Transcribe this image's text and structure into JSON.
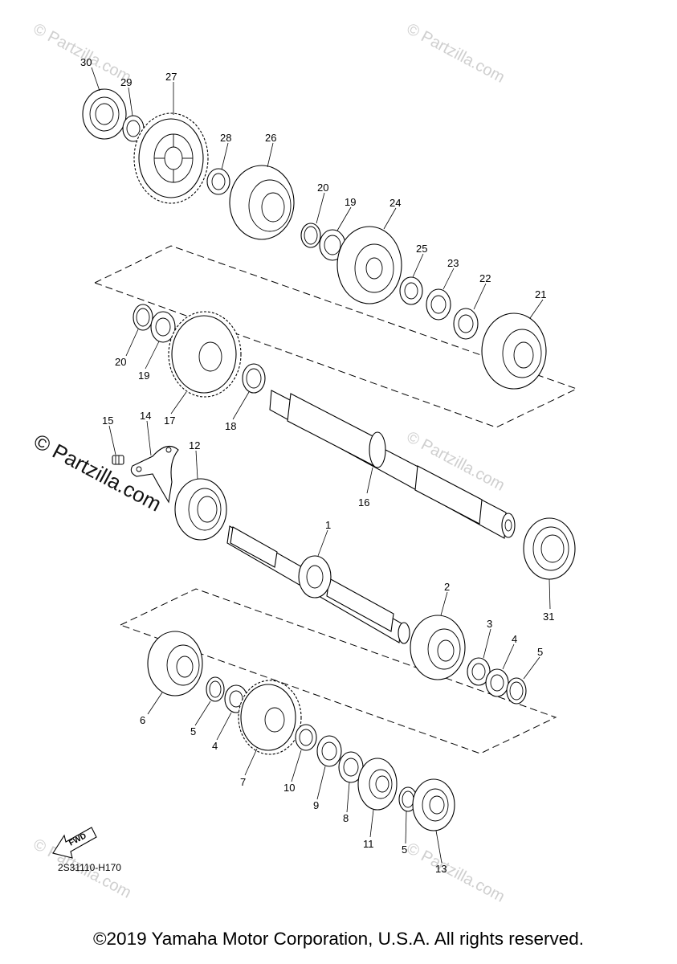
{
  "watermark": {
    "faint_text": "© Partzilla.com",
    "main_text": "© Partzilla.com"
  },
  "diagram_code": "2S31110-H170",
  "fwd_label": "FWD",
  "copyright": "©2019 Yamaha Motor Corporation, U.S.A. All rights reserved.",
  "callouts": {
    "c30": "30",
    "c29": "29",
    "c27": "27",
    "c28": "28",
    "c26": "26",
    "c20a": "20",
    "c19a": "19",
    "c24": "24",
    "c25": "25",
    "c23": "23",
    "c22": "22",
    "c21": "21",
    "c20b": "20",
    "c19b": "19",
    "c17": "17",
    "c18": "18",
    "c15": "15",
    "c14": "14",
    "c12": "12",
    "c16": "16",
    "c1": "1",
    "c31": "31",
    "c2": "2",
    "c3": "3",
    "c4a": "4",
    "c5a": "5",
    "c6": "6",
    "c5b": "5",
    "c4b": "4",
    "c7": "7",
    "c10": "10",
    "c9": "9",
    "c8": "8",
    "c11": "11",
    "c5c": "5",
    "c13": "13"
  }
}
